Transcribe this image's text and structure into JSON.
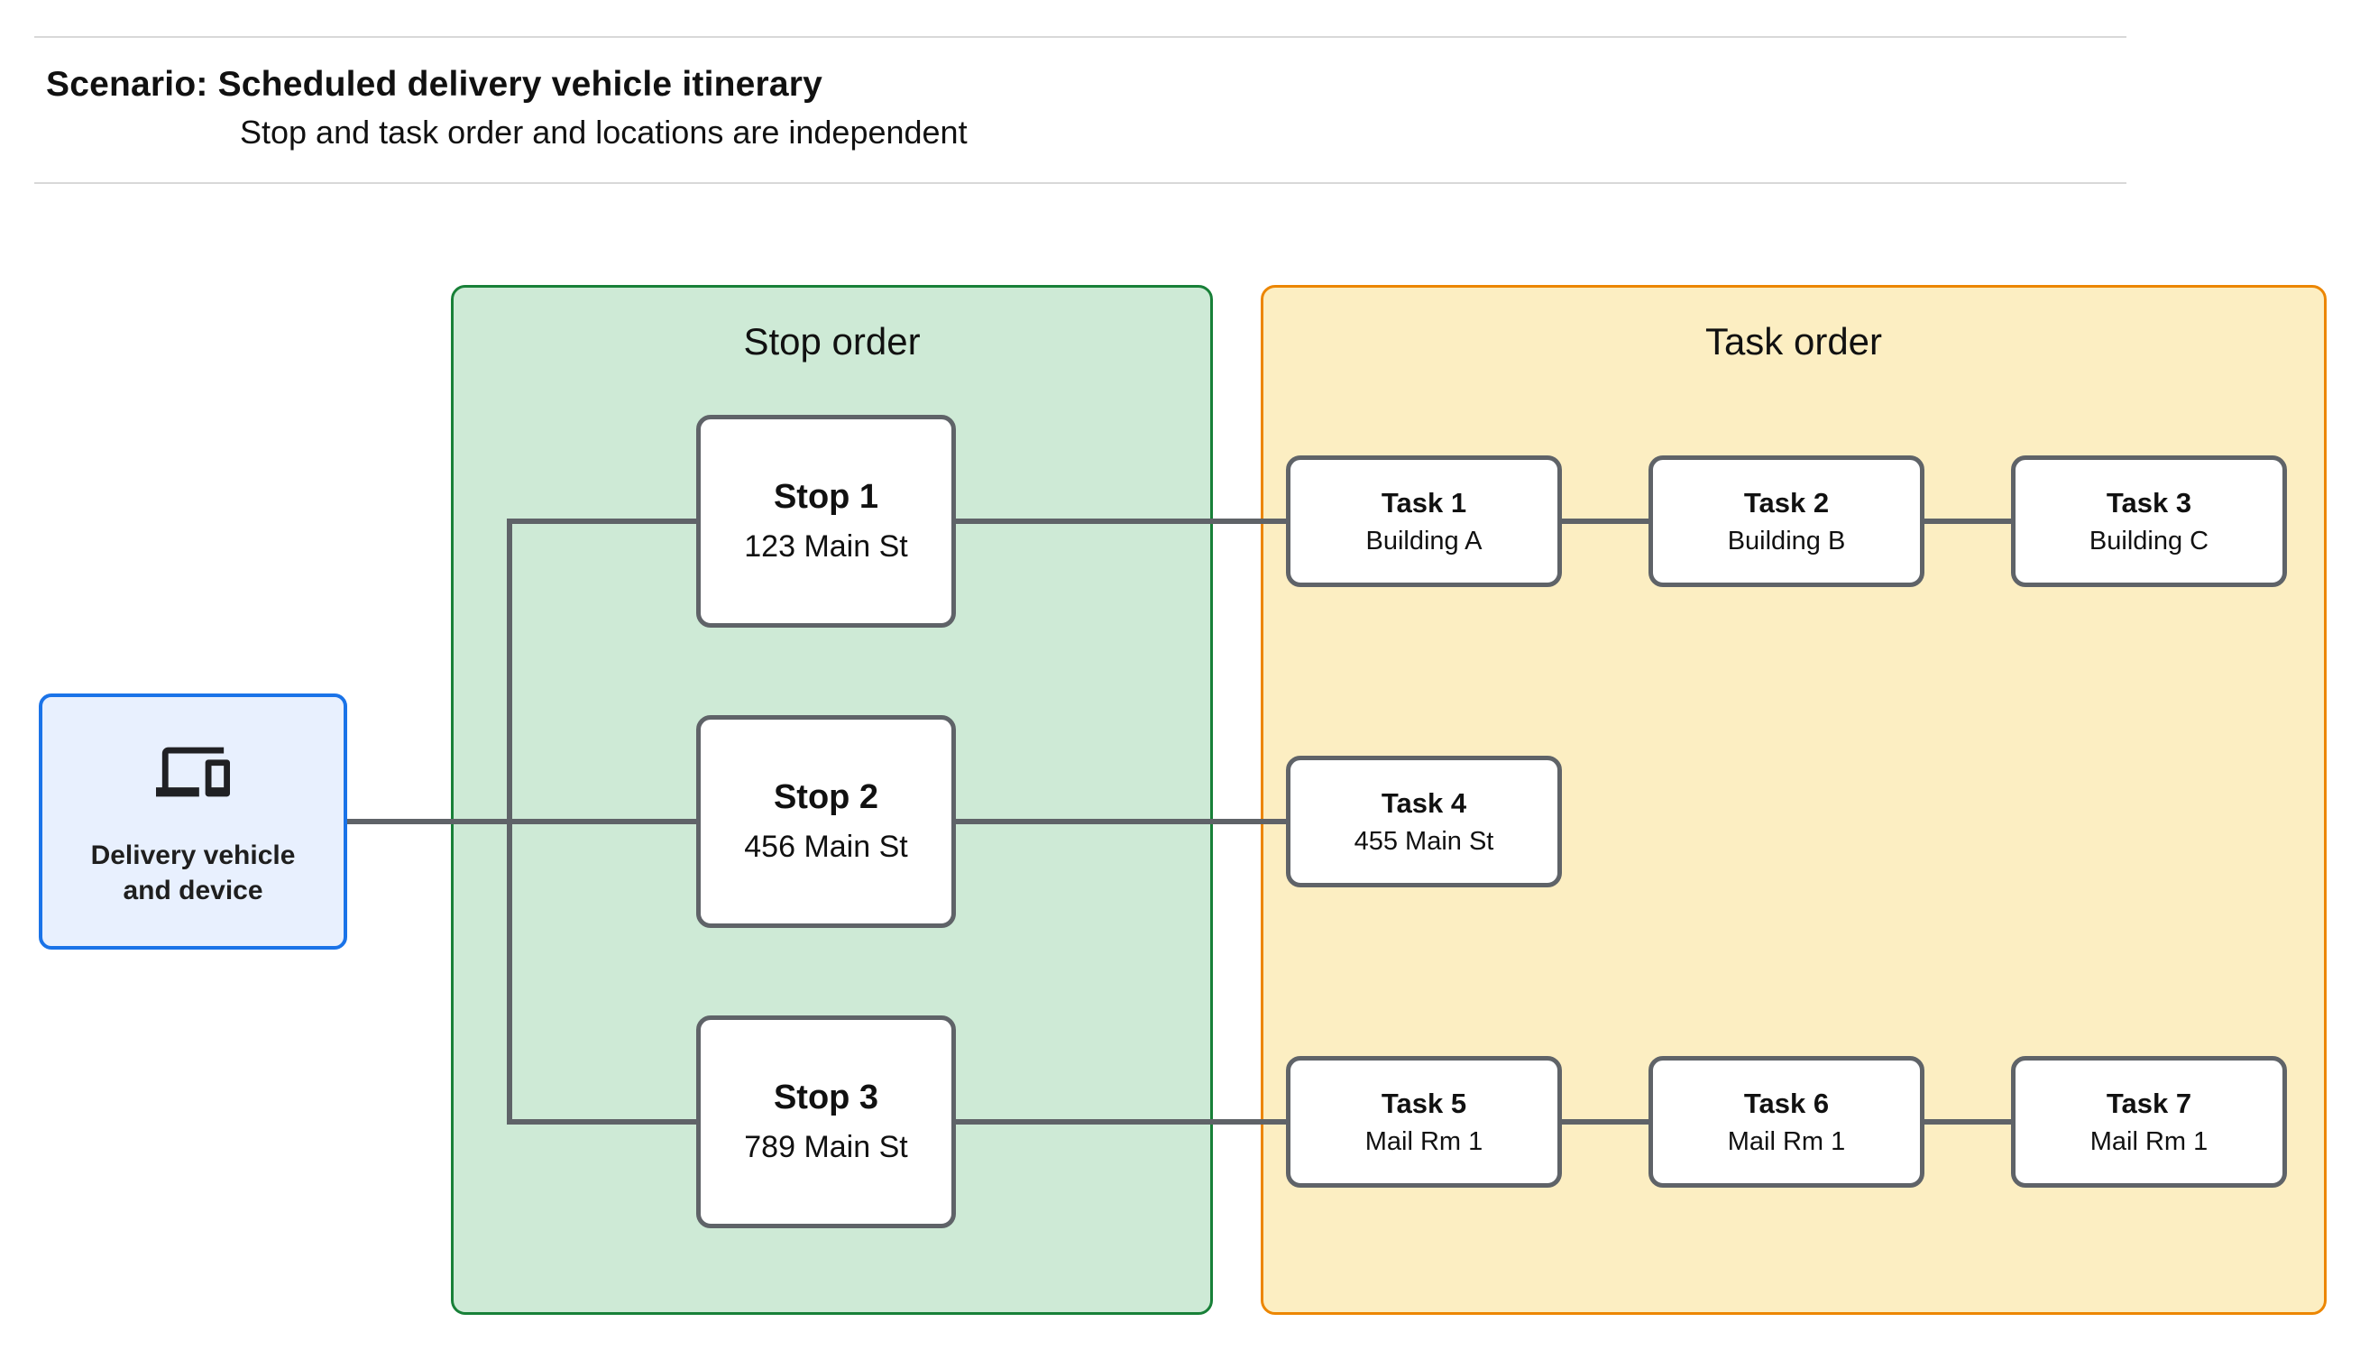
{
  "header": {
    "title": "Scenario: Scheduled delivery vehicle itinerary",
    "subtitle": "Stop and task order and locations are independent"
  },
  "vehicle": {
    "label": "Delivery vehicle and device",
    "icon": "devices-icon"
  },
  "panels": {
    "stop": {
      "title": "Stop order",
      "fill": "#ceead6",
      "border": "#188038"
    },
    "task": {
      "title": "Task order",
      "fill": "#fceec2",
      "border": "#ec8600"
    }
  },
  "stops": [
    {
      "title": "Stop 1",
      "subtitle": "123 Main St"
    },
    {
      "title": "Stop 2",
      "subtitle": "456 Main St"
    },
    {
      "title": "Stop 3",
      "subtitle": "789 Main St"
    }
  ],
  "task_rows": [
    [
      {
        "title": "Task 1",
        "subtitle": "Building A"
      },
      {
        "title": "Task 2",
        "subtitle": "Building B"
      },
      {
        "title": "Task 3",
        "subtitle": "Building C"
      }
    ],
    [
      {
        "title": "Task 4",
        "subtitle": "455 Main St"
      }
    ],
    [
      {
        "title": "Task 5",
        "subtitle": "Mail Rm 1"
      },
      {
        "title": "Task 6",
        "subtitle": "Mail Rm 1"
      },
      {
        "title": "Task 7",
        "subtitle": "Mail Rm 1"
      }
    ]
  ],
  "colors": {
    "connector": "#5f6368",
    "card_border": "#5f6368",
    "vehicle_fill": "#e8f0fe",
    "vehicle_border": "#1a73e8",
    "divider": "#d8d8d8",
    "text": "#111111"
  }
}
